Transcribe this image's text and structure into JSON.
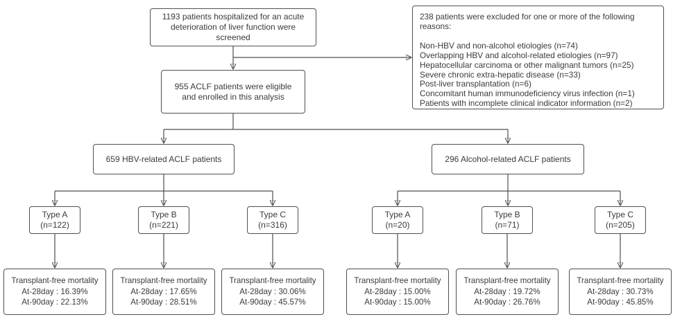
{
  "flow": {
    "screened": {
      "text": "1193 patients hospitalized for an acute deterioration of liver function were screened"
    },
    "excluded": {
      "title": "238 patients were excluded for one or more of the following reasons:",
      "reasons": [
        "Non-HBV and non-alcohol etiologies (n=74)",
        "Overlapping HBV and alcohol-related etiologies (n=97)",
        "Hepatocellular carcinoma or other malignant tumors (n=25)",
        "Severe chronic extra-hepatic disease (n=33)",
        "Post-liver transplantation (n=6)",
        "Concomitant human immunodeficiency virus infection (n=1)",
        "Patients with incomplete clinical indicator information (n=2)"
      ]
    },
    "enrolled": {
      "text": "955 ACLF patients were eligible and enrolled in this analysis"
    },
    "branches": [
      {
        "label": "659 HBV-related ACLF patients",
        "types": [
          {
            "type": "Type A",
            "n": "(n=122)"
          },
          {
            "type": "Type B",
            "n": "(n=221)"
          },
          {
            "type": "Type C",
            "n": "(n=316)"
          }
        ],
        "outcomes": [
          {
            "title": "Transplant-free mortality",
            "d28": "At-28day : 16.39%",
            "d90": "At-90day : 22.13%"
          },
          {
            "title": "Transplant-free mortality",
            "d28": "At-28day : 17.65%",
            "d90": "At-90day : 28.51%"
          },
          {
            "title": "Transplant-free mortality",
            "d28": "At-28day : 30.06%",
            "d90": "At-90day : 45.57%"
          }
        ]
      },
      {
        "label": "296 Alcohol-related ACLF patients",
        "types": [
          {
            "type": "Type A",
            "n": "(n=20)"
          },
          {
            "type": "Type B",
            "n": "(n=71)"
          },
          {
            "type": "Type C",
            "n": "(n=205)"
          }
        ],
        "outcomes": [
          {
            "title": "Transplant-free mortality",
            "d28": "At-28day : 15.00%",
            "d90": "At-90day : 15.00%"
          },
          {
            "title": "Transplant-free mortality",
            "d28": "At-28day : 19.72%",
            "d90": "At-90day : 26.76%"
          },
          {
            "title": "Transplant-free mortality",
            "d28": "At-28day : 30.73%",
            "d90": "At-90day : 45.85%"
          }
        ]
      }
    ]
  },
  "style": {
    "line_color": "#4d4d4d",
    "border_color": "#4f4f4f",
    "text_color": "#3a3a3a",
    "background": "#ffffff"
  }
}
